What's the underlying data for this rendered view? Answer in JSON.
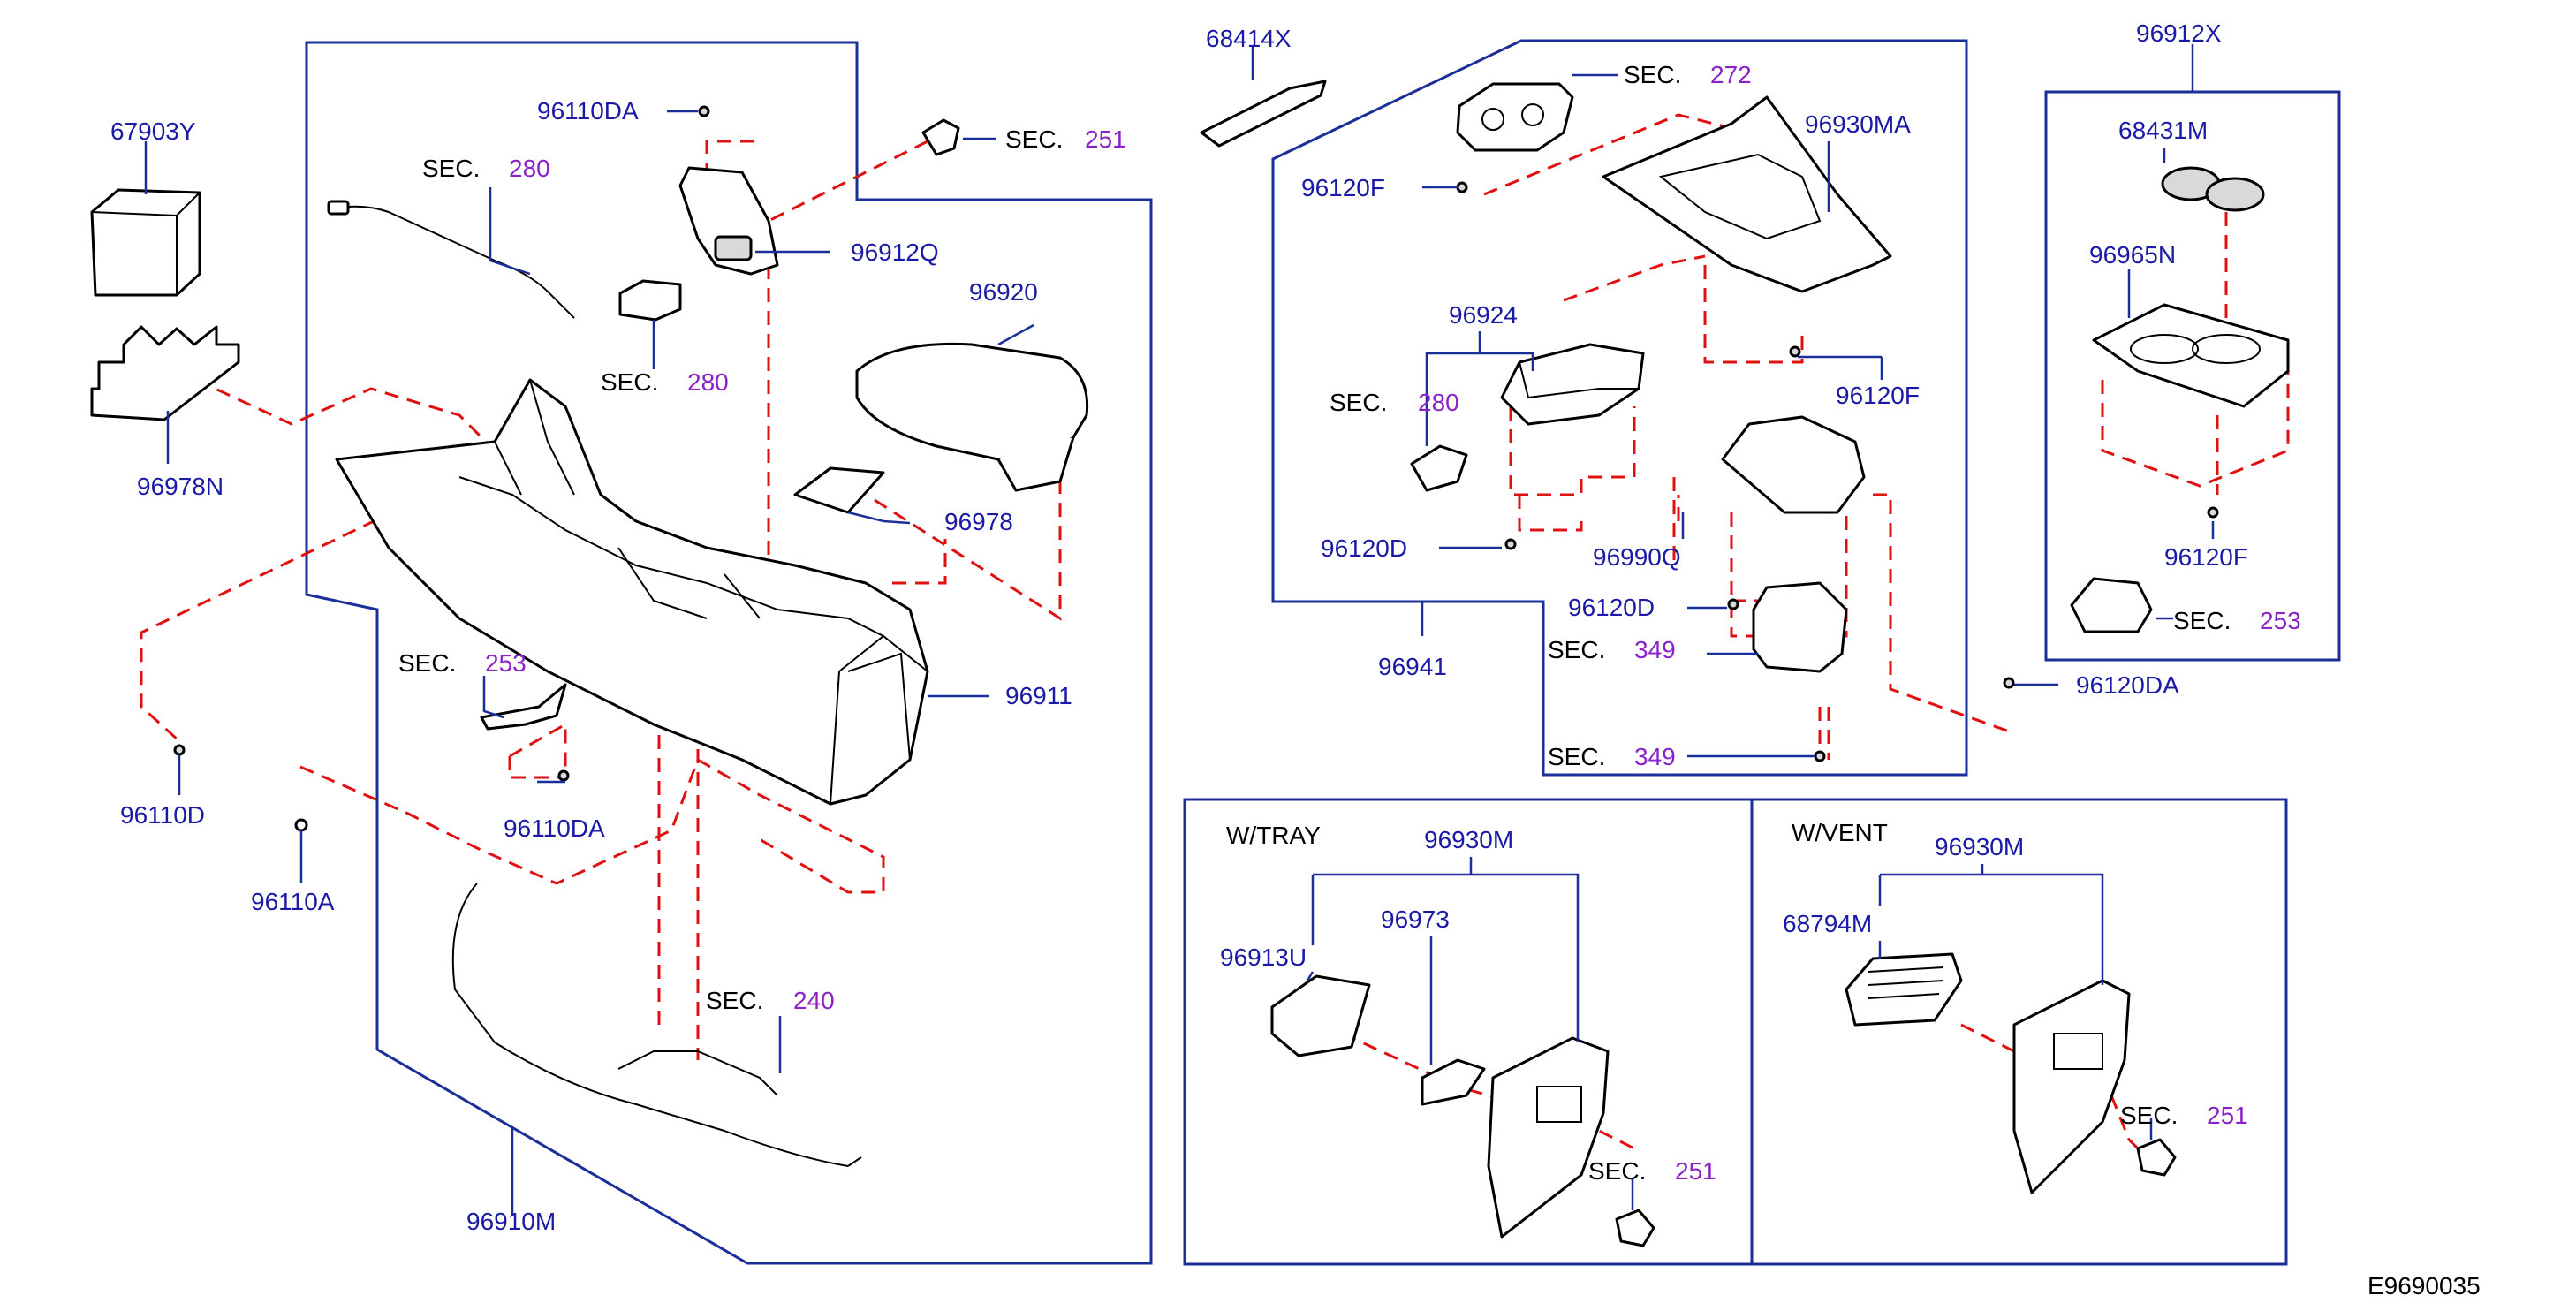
{
  "parts": {
    "p67903Y": "67903Y",
    "p96978N": "96978N",
    "p96110D": "96110D",
    "p96110A": "96110A",
    "p96110DA_top": "96110DA",
    "p96110DA_mid": "96110DA",
    "p96912Q": "96912Q",
    "p96920": "96920",
    "p96978": "96978",
    "p96911": "96911",
    "p96910M": "96910M",
    "p68414X": "68414X",
    "p96930MA": "96930MA",
    "p96120F_a": "96120F",
    "p96120F_b": "96120F",
    "p96924": "96924",
    "p96120D_a": "96120D",
    "p96120D_b": "96120D",
    "p96990Q": "96990Q",
    "p96941": "96941",
    "p96120DA": "96120DA",
    "p96912X": "96912X",
    "p68431M": "68431M",
    "p96965N": "96965N",
    "p96120F_c": "96120F",
    "p96930M_tray": "96930M",
    "p96913U": "96913U",
    "p96973": "96973",
    "p96930M_vent": "96930M",
    "p68794M": "68794M"
  },
  "sections": {
    "sec_prefix": "SEC.",
    "s251_a": "251",
    "s280_a": "280",
    "s280_b": "280",
    "s280_c": "280",
    "s253_a": "253",
    "s253_b": "253",
    "s240": "240",
    "s272": "272",
    "s349_a": "349",
    "s349_b": "349",
    "s251_b": "251",
    "s251_c": "251"
  },
  "variants": {
    "tray": "W/TRAY",
    "vent": "W/VENT"
  },
  "diagram_id": "E9690035",
  "colors": {
    "part_label": "#1a1aa6",
    "section_number": "#8a22c8",
    "frame": "#1a2f9a",
    "dashed_leader": "#e01010"
  }
}
